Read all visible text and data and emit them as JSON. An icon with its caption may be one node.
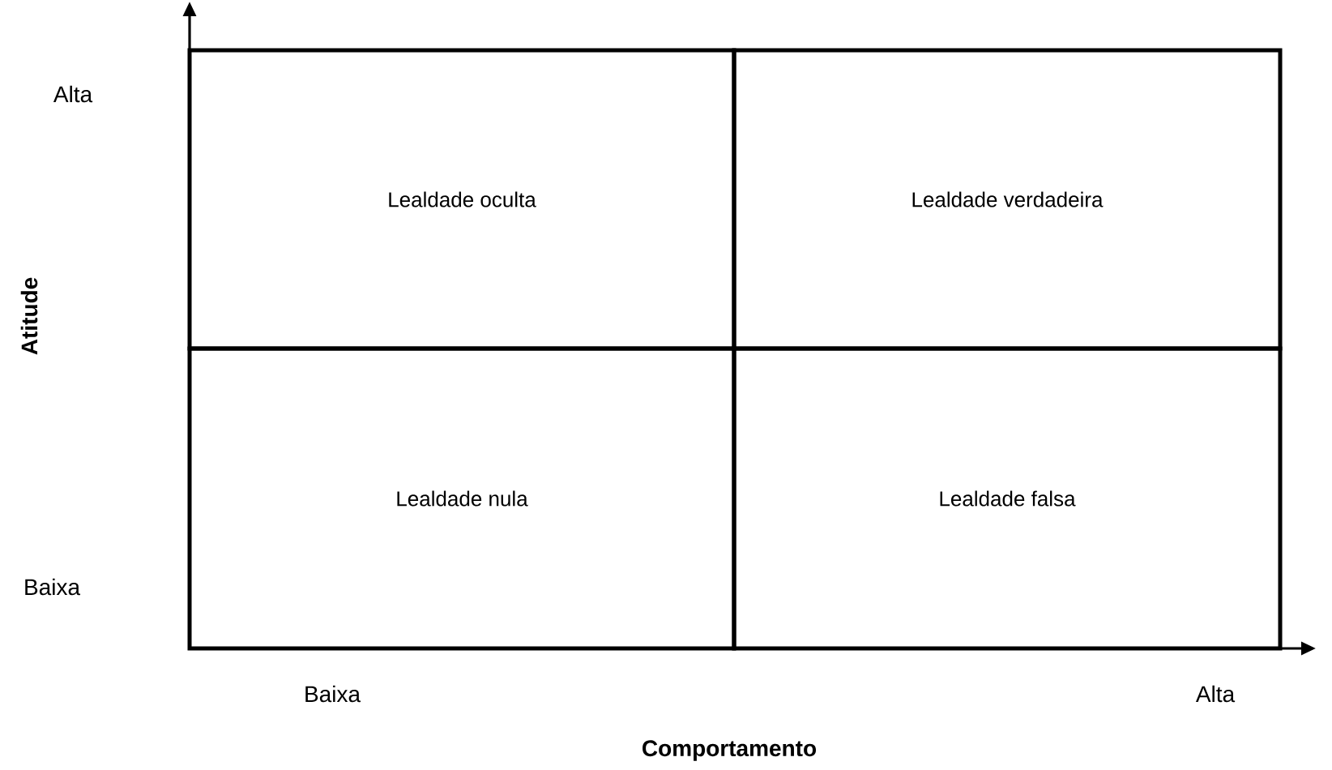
{
  "diagram": {
    "nodes": [
      {
        "text": [
          "Lealdade oculta"
        ]
      },
      {
        "text": [
          "Lealdade verdadeira"
        ]
      },
      {
        "text": [
          "Lealdade nula"
        ]
      },
      {
        "text": [
          "Lealdade falsa"
        ]
      }
    ],
    "labels": [
      "Alta",
      "Atitude",
      "Baixa",
      "Baixa",
      "Alta",
      "Comportamento"
    ]
  }
}
